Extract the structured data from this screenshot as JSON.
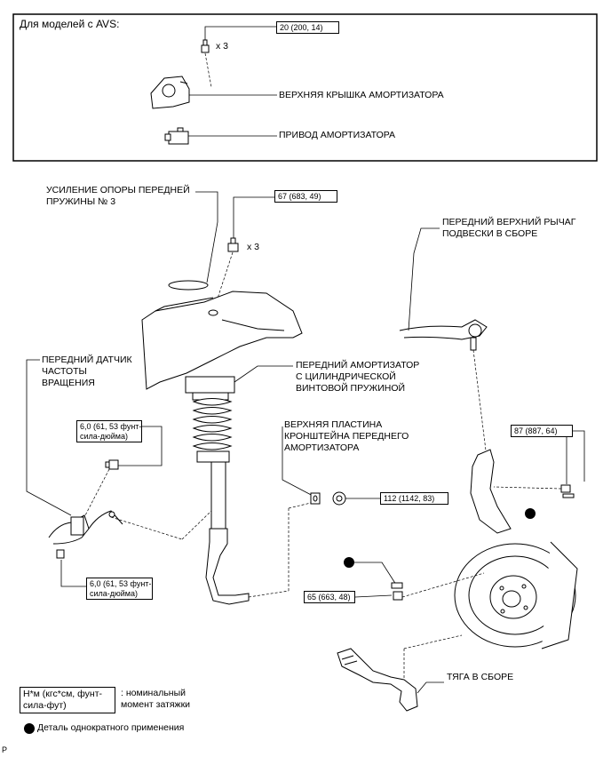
{
  "avs": {
    "header": "Для моделей с AVS:",
    "torque_top": "20 (200, 14)",
    "qty_top": "x 3",
    "upper_cover": "ВЕРХНЯЯ КРЫШКА АМОРТИЗАТОРА",
    "actuator": "ПРИВОД АМОРТИЗАТОРА"
  },
  "labels": {
    "spring_reinforce": "УСИЛЕНИЕ ОПОРЫ ПЕРЕДНЕЙ\nПРУЖИНЫ № 3",
    "upper_arm": "ПЕРЕДНИЙ ВЕРХНИЙ РЫЧАГ\nПОДВЕСКИ В СБОРЕ",
    "speed_sensor": "ПЕРЕДНИЙ ДАТЧИК\nЧАСТОТЫ\nВРАЩЕНИЯ",
    "shock_absorber": "ПЕРЕДНИЙ АМОРТИЗАТОР\nС ЦИЛИНДРИЧЕСКОЙ\nВИНТОВОЙ ПРУЖИНОЙ",
    "bracket_plate": "ВЕРХНЯЯ ПЛАСТИНА\nКРОНШТЕЙНА ПЕРЕДНЕГО\nАМОРТИЗАТОРА",
    "tie_rod": "ТЯГА В СБОРЕ"
  },
  "torques": {
    "t67": "67 (683, 49)",
    "qty_mid": "x 3",
    "t6_upper": "6,0 (61, 53 фунт-\nсила-дюйма)",
    "t6_lower": "6,0 (61, 53 фунт-\nсила-дюйма)",
    "t87": "87 (887, 64)",
    "t112": "112 (1142, 83)",
    "t65": "65 (663, 48)"
  },
  "legend": {
    "unit_box": "Н*м (кгс*см, фунт-\nсила-фут)",
    "unit_desc": ": номинальный\nмомент затяжки",
    "single_use": "Деталь однократного применения"
  },
  "footer": {
    "code": "P"
  }
}
